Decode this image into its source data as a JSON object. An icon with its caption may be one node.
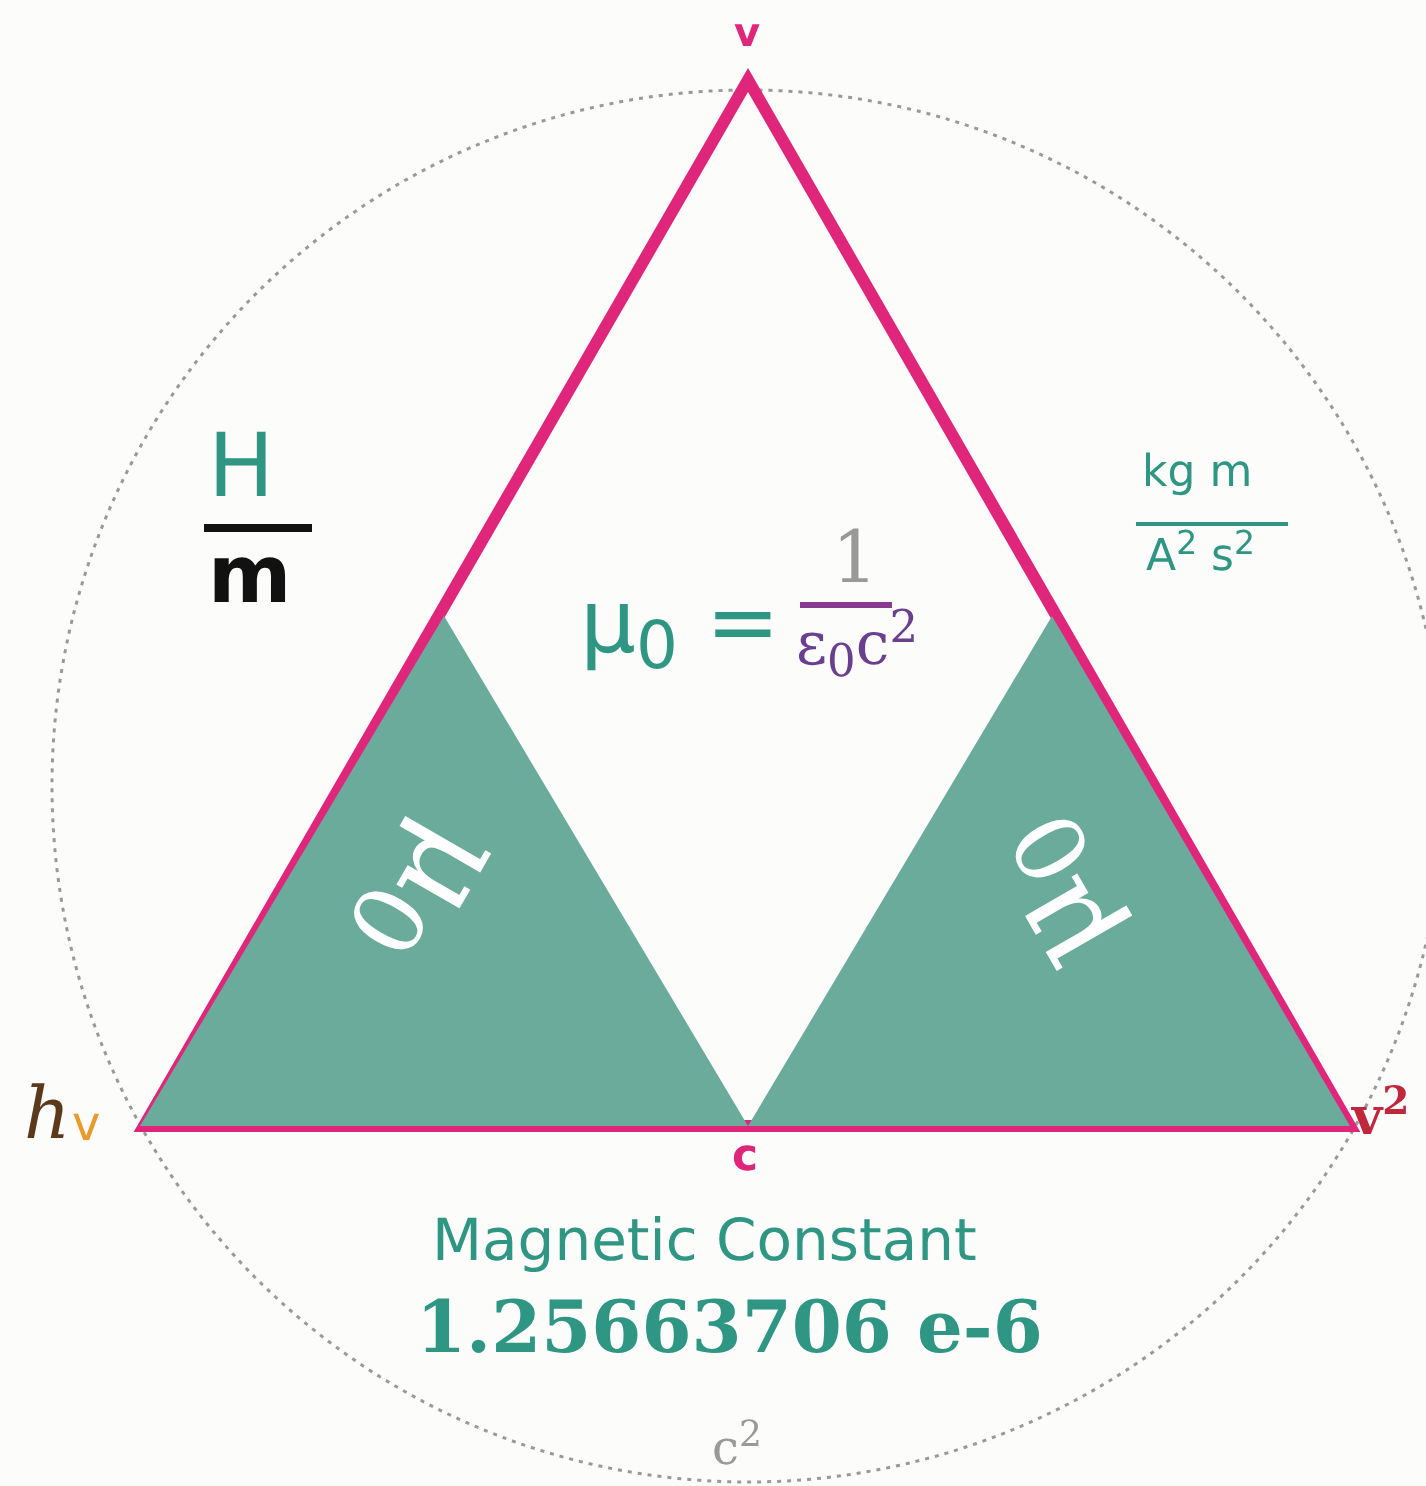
{
  "diagram": {
    "title": "Magnetic Constant",
    "nodes": [
      {
        "text": [
          "μ$_{0}$"
        ]
      },
      {
        "text": [
          "μ$_{0}$"
        ]
      }
    ],
    "edges": [],
    "labels": [
      "v",
      "H",
      "m",
      "μ$_{0}$ =",
      "1",
      "ε$_{0}$c$^{2}$",
      "kg m",
      "A$^{2}$ s$^{2}$",
      "h",
      "v",
      "c",
      "v$^{2}$",
      "1.25663706 e-6",
      "c$^{2}$"
    ]
  }
}
